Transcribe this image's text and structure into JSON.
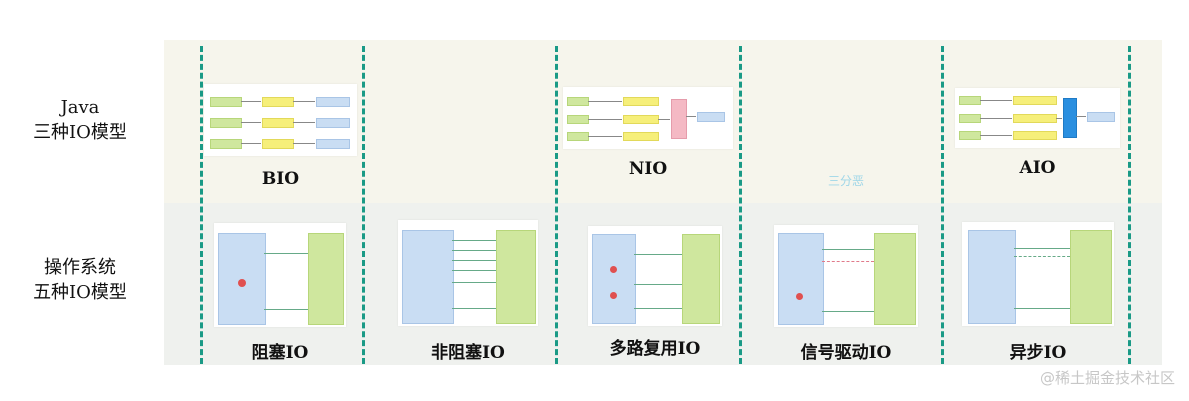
{
  "rows": {
    "top_label_line1": "Java",
    "top_label_line2": "三种IO模型",
    "bottom_label_line1": "操作系统",
    "bottom_label_line2": "五种IO模型"
  },
  "java_models": [
    "BIO",
    "NIO",
    "AIO"
  ],
  "os_models": [
    "阻塞IO",
    "非阻塞IO",
    "多路复用IO",
    "信号驱动IO",
    "异步IO"
  ],
  "watermark": "@稀土掘金技术社区",
  "logo_text": "三分恶"
}
